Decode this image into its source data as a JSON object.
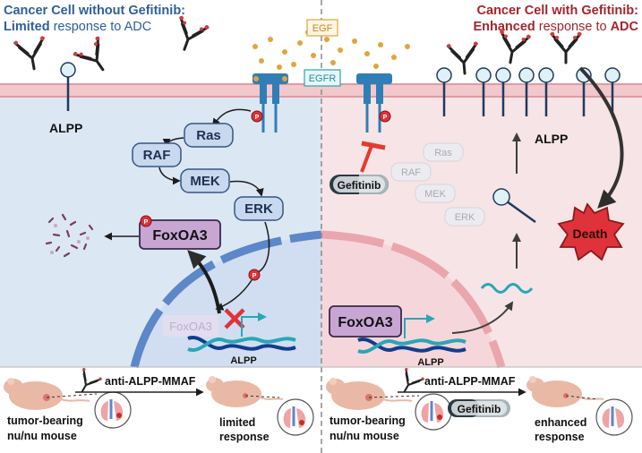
{
  "left_panel": {
    "title_line1": "Cancer Cell without Gefitinib:",
    "title_line2_bold": "Limited",
    "title_line2_rest": " response to ADC",
    "alpp_label": "ALPP",
    "nodes": {
      "ras": "Ras",
      "raf": "RAF",
      "mek": "MEK",
      "erk": "ERK",
      "foxoa3": "FoxOA3",
      "foxoa3_faded": "FoxOA3"
    },
    "phospho": "P",
    "dna_label": "ALPP"
  },
  "right_panel": {
    "title_line1": "Cancer Cell with Gefitinib:",
    "title_line2_bold": "Enhanced",
    "title_line2_rest": " response to ",
    "title_line2_end": "ADC",
    "alpp_label": "ALPP",
    "gefitinib": "Gefitinib",
    "faded_nodes": {
      "ras": "Ras",
      "raf": "RAF",
      "mek": "MEK",
      "erk": "ERK"
    },
    "foxoa3": "FoxOA3",
    "death": "Death",
    "dna_label": "ALPP"
  },
  "center": {
    "egf": "EGF",
    "egfr": "EGFR"
  },
  "bottom": {
    "left": {
      "mouse_label_line1": "tumor-bearing",
      "mouse_label_line2": "nu/nu mouse",
      "treatment": "anti-ALPP-MMAF",
      "result_line1": "limited",
      "result_line2": "response"
    },
    "right": {
      "mouse_label_line1": "tumor-bearing",
      "mouse_label_line2": "nu/nu mouse",
      "treatment": "anti-ALPP-MMAF",
      "drug": "Gefitinib",
      "result_line1": "enhanced",
      "result_line2": "response"
    }
  },
  "colors": {
    "left_bg": "#dce7f4",
    "right_bg": "#f7e4e6",
    "left_title": "#2f5e9c",
    "right_title": "#a3252d",
    "node_fill": "#c7d8ef",
    "node_stroke": "#35577f",
    "foxo_fill": "#c8a6d4",
    "foxo_stroke": "#3a2848",
    "egfr_blue": "#2f7fb6",
    "egf_dot": "#e3a43a",
    "death_red": "#e0323a",
    "gefitinib_red": "#e23b2f",
    "dna_blue": "#123d8c",
    "dna_teal": "#27a7b7",
    "membrane": "#eaa6ad",
    "nucleus_blue": "#5c87c8"
  }
}
